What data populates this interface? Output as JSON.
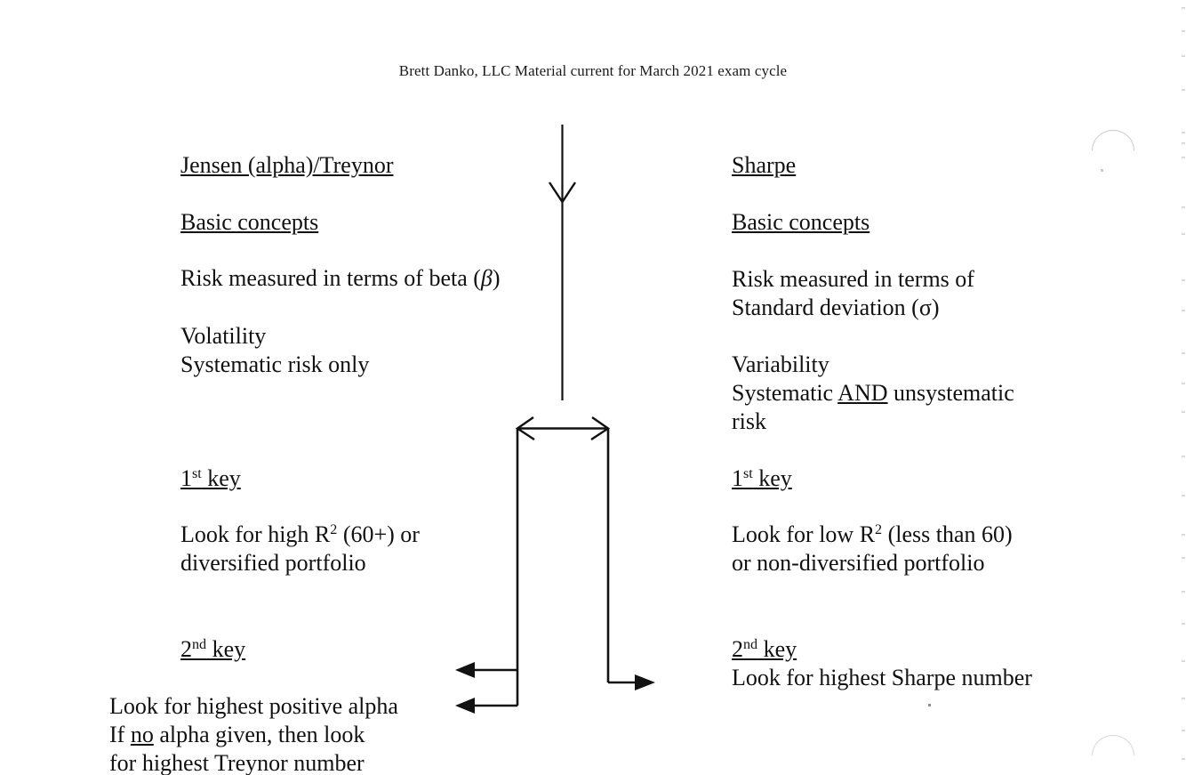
{
  "header": {
    "text": "Brett Danko, LLC Material current for March 2021 exam cycle"
  },
  "left_column": {
    "title": "Jensen (alpha)/Treynor",
    "basic_concepts_heading": "Basic concepts",
    "risk_measure_prefix": "Risk measured in terms of beta (",
    "risk_measure_symbol": "β",
    "risk_measure_suffix": ")",
    "volatility": "Volatility\nSystematic risk only",
    "key1_number": "1",
    "key1_ordinal": "st",
    "key1_word": " key",
    "key1_body_a": "Look for high R",
    "key1_body_sup": "2",
    "key1_body_b": " (60+) or\ndiversified portfolio",
    "key2_number": "2",
    "key2_ordinal": "nd",
    "key2_word": " key",
    "key2_line1": "Look for highest positive alpha",
    "key2_line2_a": "If ",
    "key2_line2_em": "no",
    "key2_line2_b": " alpha given, then look",
    "key2_line3": "for highest Treynor number"
  },
  "right_column": {
    "title": "Sharpe",
    "basic_concepts_heading": "Basic concepts",
    "risk_measure_prefix": "Risk measured in terms of\nStandard deviation (",
    "risk_measure_symbol": "σ",
    "risk_measure_suffix": ")",
    "variability_line1": "Variability",
    "variability_line2_a": "Systematic ",
    "variability_line2_em": "AND",
    "variability_line2_b": " unsystematic\nrisk",
    "key1_number": "1",
    "key1_ordinal": "st",
    "key1_word": " key",
    "key1_body_a": "Look for low R",
    "key1_body_sup": "2",
    "key1_body_b": " (less than 60)\nor non-diversified portfolio",
    "key2_number": "2",
    "key2_ordinal": "nd",
    "key2_word": " key",
    "key2_line1": "Look for highest Sharpe number"
  },
  "diagram": {
    "stroke_color": "#121212",
    "description": "Flow arrows connecting the two comparison columns",
    "elements": [
      "down-arrow-top",
      "horizontal-double-arrow",
      "left-arrow-upper",
      "left-arrow-lower",
      "right-arrow"
    ]
  },
  "colors": {
    "page_background": "#ffffff",
    "text": "#121212",
    "artifact": "#9aa0ad"
  }
}
